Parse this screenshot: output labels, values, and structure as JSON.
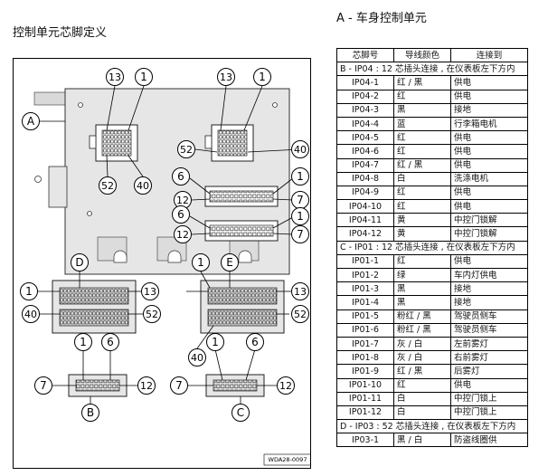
{
  "left_title": "控制单元芯脚定义",
  "right_title": "A - 车身控制单元",
  "figure": {
    "callouts": {
      "A": "A",
      "B": "B",
      "C": "C",
      "D": "D",
      "E": "E",
      "n1": "1",
      "n6": "6",
      "n7": "7",
      "n12": "12",
      "n13": "13",
      "n40": "40",
      "n52": "52"
    },
    "code": "WDA28-0097"
  },
  "table": {
    "headers": [
      "芯脚号",
      "导线颜色",
      "连接到"
    ],
    "rows": [
      {
        "section": "B - IP04 : 12 芯插头连接 , 在仪表板左下方内"
      },
      {
        "pin": "IP04-1",
        "color": "红 / 黑",
        "to": "供电"
      },
      {
        "pin": "IP04-2",
        "color": "红",
        "to": "供电"
      },
      {
        "pin": "IP04-3",
        "color": "黑",
        "to": "接地"
      },
      {
        "pin": "IP04-4",
        "color": "蓝",
        "to": "行李箱电机"
      },
      {
        "pin": "IP04-5",
        "color": "红",
        "to": "供电"
      },
      {
        "pin": "IP04-6",
        "color": "红",
        "to": "供电"
      },
      {
        "pin": "IP04-7",
        "color": "红 / 黑",
        "to": "供电"
      },
      {
        "pin": "IP04-8",
        "color": "白",
        "to": "洗涤电机"
      },
      {
        "pin": "IP04-9",
        "color": "红",
        "to": "供电"
      },
      {
        "pin": "IP04-10",
        "color": "红",
        "to": "供电"
      },
      {
        "pin": "IP04-11",
        "color": "黄",
        "to": "中控门锁解"
      },
      {
        "pin": "IP04-12",
        "color": "黄",
        "to": "中控门锁解"
      },
      {
        "section": "C - IP01 : 12 芯插头连接 , 在仪表板左下方内"
      },
      {
        "pin": "IP01-1",
        "color": "红",
        "to": "供电"
      },
      {
        "pin": "IP01-2",
        "color": "绿",
        "to": "车内灯供电"
      },
      {
        "pin": "IP01-3",
        "color": "黑",
        "to": "接地"
      },
      {
        "pin": "IP01-4",
        "color": "黑",
        "to": "接地"
      },
      {
        "pin": "IP01-5",
        "color": "粉红 / 黑",
        "to": "驾驶员侧车"
      },
      {
        "pin": "IP01-6",
        "color": "粉红 / 黑",
        "to": "驾驶员侧车"
      },
      {
        "pin": "IP01-7",
        "color": "灰 / 白",
        "to": "左前雾灯"
      },
      {
        "pin": "IP01-8",
        "color": "灰 / 白",
        "to": "右前雾灯"
      },
      {
        "pin": "IP01-9",
        "color": "红 / 黑",
        "to": "后雾灯"
      },
      {
        "pin": "IP01-10",
        "color": "红",
        "to": "供电"
      },
      {
        "pin": "IP01-11",
        "color": "白",
        "to": "中控门锁上"
      },
      {
        "pin": "IP01-12",
        "color": "白",
        "to": "中控门锁上"
      },
      {
        "section": "D - IP03 : 52 芯插头连接 , 在仪表板左下方内"
      },
      {
        "pin": "IP03-1",
        "color": "黑 / 白",
        "to": "防盗线圈供"
      }
    ]
  }
}
